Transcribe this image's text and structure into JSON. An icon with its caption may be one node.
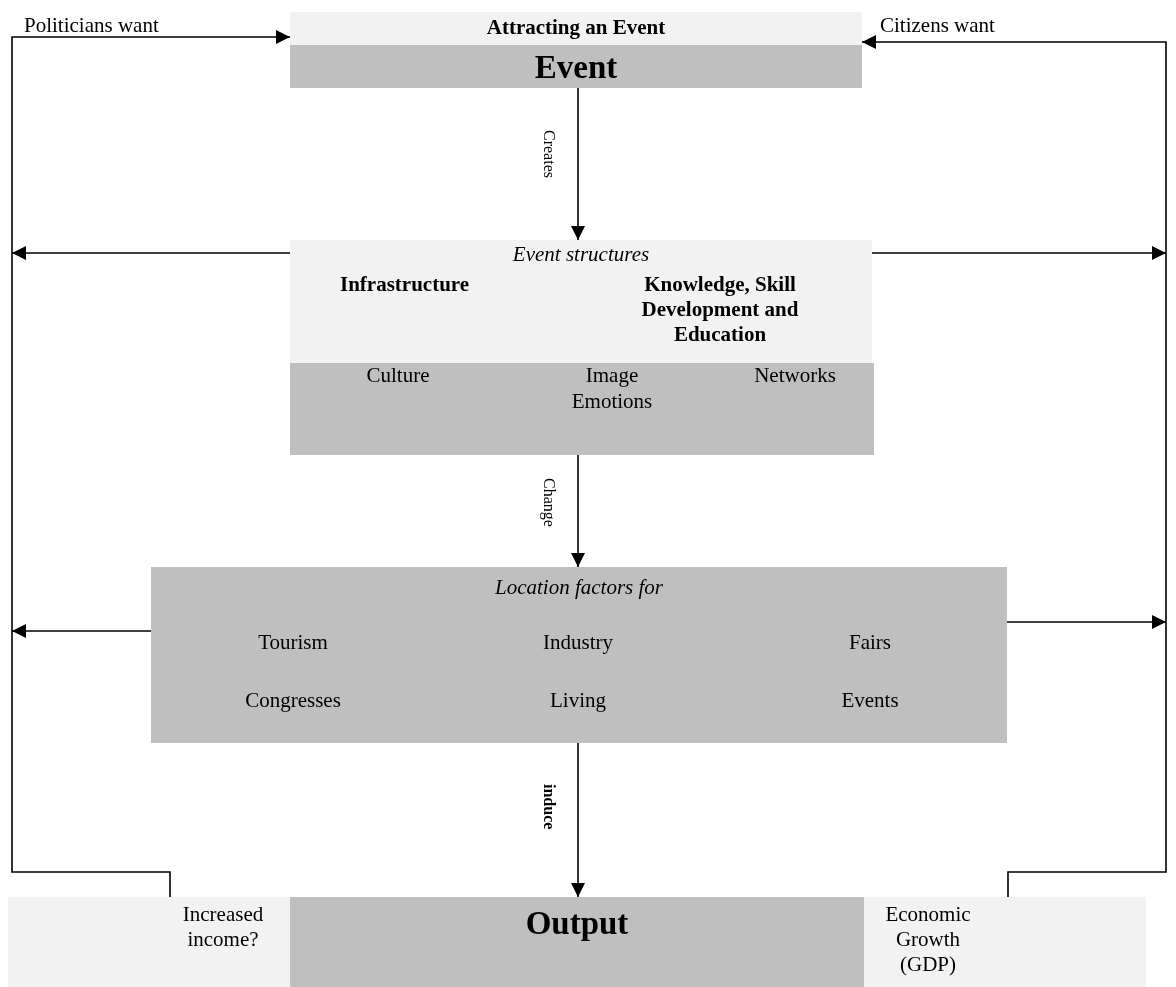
{
  "diagram": {
    "nodes": [
      {
        "text": [
          "Attracting an Event"
        ]
      },
      {
        "text": [
          "Event"
        ]
      },
      {
        "text": [
          "Event structures",
          "Infrastructure",
          "Knowledge, Skill Development and Education"
        ]
      },
      {
        "text": [
          "Culture",
          "Image",
          "Emotions",
          "Networks"
        ]
      },
      {
        "text": [
          "Location factors for",
          "Tourism",
          "Industry",
          "Fairs",
          "Congresses",
          "Living",
          "Events"
        ]
      },
      {
        "text": [
          "Increased income?",
          "Economic Growth (GDP)"
        ]
      },
      {
        "text": [
          "Output"
        ],
        "in": 5
      }
    ],
    "edges": [
      {
        "from": 1,
        "to": 2,
        "label": "Creates",
        "arrow": "to"
      },
      {
        "from": 3,
        "to": 4,
        "label": "Change",
        "arrow": "to"
      },
      {
        "from": 4,
        "to": 6,
        "label": "induce",
        "arrow": "to"
      },
      {
        "from": 5,
        "to": 0,
        "label": "Politicians want",
        "arrow": "to"
      },
      {
        "from": 5,
        "to": 0,
        "label": "Citizens want",
        "arrow": "to"
      },
      {
        "from": 2,
        "to": null,
        "arrow": "to"
      },
      {
        "from": 2,
        "to": null,
        "arrow": "to"
      },
      {
        "from": 4,
        "to": null,
        "arrow": "to"
      },
      {
        "from": 4,
        "to": null,
        "arrow": "to"
      }
    ]
  }
}
